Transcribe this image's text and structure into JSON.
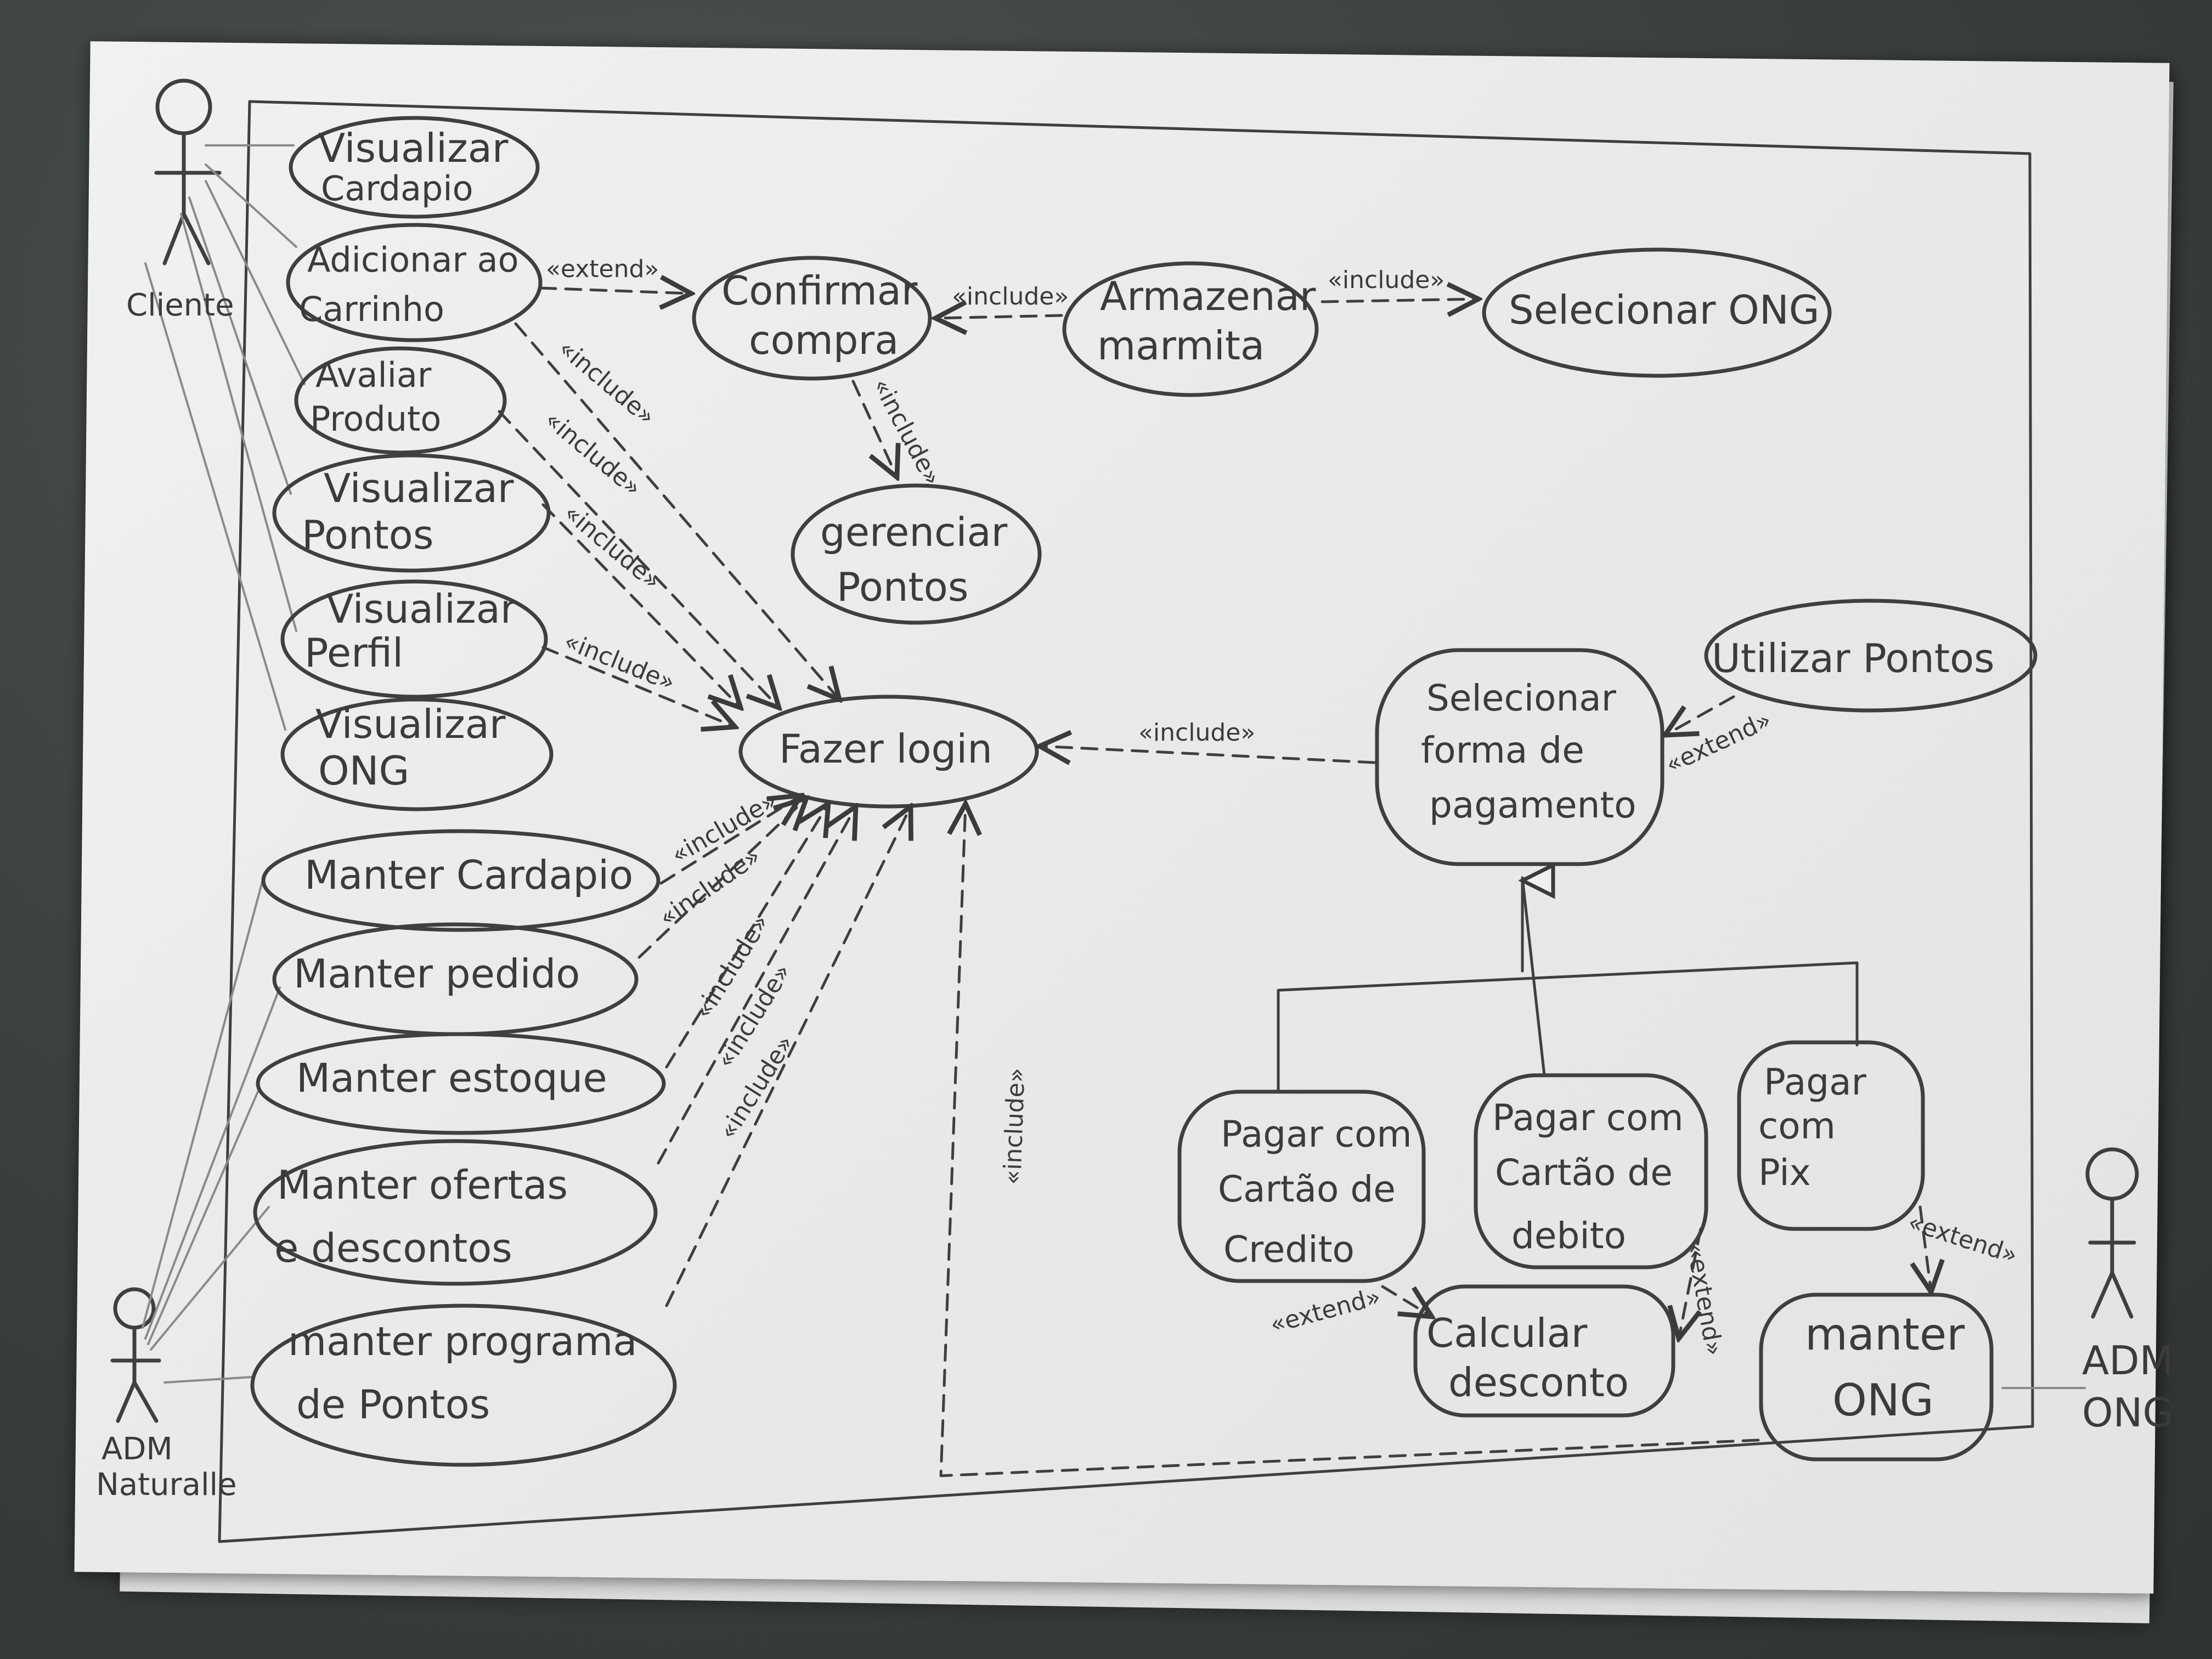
{
  "actors": {
    "cliente": "Cliente",
    "adm_naturalle": [
      "ADM",
      "Naturalle"
    ],
    "adm_ong": [
      "ADM",
      "ONG"
    ]
  },
  "use_cases": {
    "visualizar_cardapio": [
      "Visualizar",
      "Cardapio"
    ],
    "adicionar_carrinho": [
      "Adicionar ao",
      "Carrinho"
    ],
    "avaliar_produto": [
      "Avaliar",
      "Produto"
    ],
    "visualizar_pontos": [
      "Visualizar",
      "Pontos"
    ],
    "visualizar_perfil": [
      "Visualizar",
      "Perfil"
    ],
    "visualizar_ong": [
      "Visualizar",
      "ONG"
    ],
    "confirmar_compra": [
      "Confirmar",
      "compra"
    ],
    "armazenar_marmita": [
      "Armazenar",
      "marmita"
    ],
    "selecionar_ong": [
      "Selecionar ONG"
    ],
    "gerenciar_pontos": [
      "gerenciar",
      "Pontos"
    ],
    "fazer_login": [
      "Fazer login"
    ],
    "selecionar_forma_pagamento": [
      "Selecionar",
      "forma de",
      "pagamento"
    ],
    "utilizar_pontos": [
      "Utilizar Pontos"
    ],
    "manter_cardapio": [
      "Manter Cardapio"
    ],
    "manter_pedido": [
      "Manter pedido"
    ],
    "manter_estoque": [
      "Manter estoque"
    ],
    "manter_ofertas": [
      "Manter ofertas",
      "e descontos"
    ],
    "manter_programa_pontos": [
      "manter programa",
      "de Pontos"
    ],
    "pagar_credito": [
      "Pagar com",
      "Cartão de",
      "Credito"
    ],
    "pagar_debito": [
      "Pagar com",
      "Cartão de",
      "debito"
    ],
    "pagar_pix": [
      "Pagar",
      "com",
      "Pix"
    ],
    "calcular_desconto": [
      "Calcular",
      "desconto"
    ],
    "manter_ong": [
      "manter",
      "ONG"
    ]
  },
  "stereotypes": {
    "extend": "«extend»",
    "include": "«include»"
  },
  "colors": {
    "ink": "#3b3b3b",
    "paper": "#ededeb",
    "table": "#3f4542"
  }
}
